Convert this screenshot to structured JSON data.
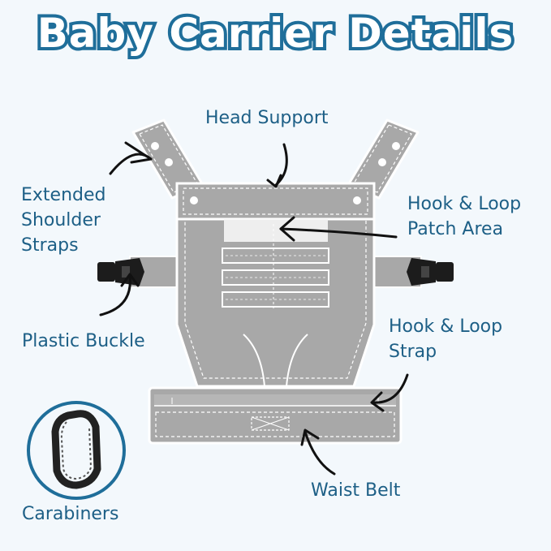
{
  "title": "Baby Carrier Details",
  "labels": {
    "head_support": "Head Support",
    "extended_shoulder_straps": "Extended\nShoulder\nStraps",
    "hook_loop_patch_area": "Hook & Loop\nPatch Area",
    "plastic_buckle": "Plastic Buckle",
    "hook_loop_strap": "Hook & Loop\nStrap",
    "waist_belt": "Waist Belt",
    "carabiners": "Carabiners"
  },
  "colors": {
    "title_fill": "#ffffff",
    "title_outline": "#1f6e9a",
    "label_text": "#1d5f86",
    "carrier_body": "#a8a8a8",
    "stitching": "#ffffff",
    "buckle": "#1c1c1c",
    "carabiner_ring": "#1f6e9a",
    "arrow": "#111111"
  }
}
